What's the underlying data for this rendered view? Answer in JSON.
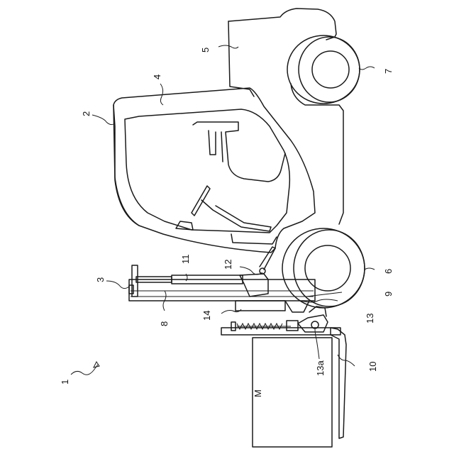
{
  "labels": {
    "l1": "1",
    "l2": "2",
    "l3": "3",
    "l4": "4",
    "l5": "5",
    "l6": "6",
    "l7": "7",
    "l8": "8",
    "l9": "9",
    "l10": "10",
    "l11": "11",
    "l12": "12",
    "l13": "13",
    "l13a": "13a",
    "l14": "14",
    "lM": "M"
  }
}
